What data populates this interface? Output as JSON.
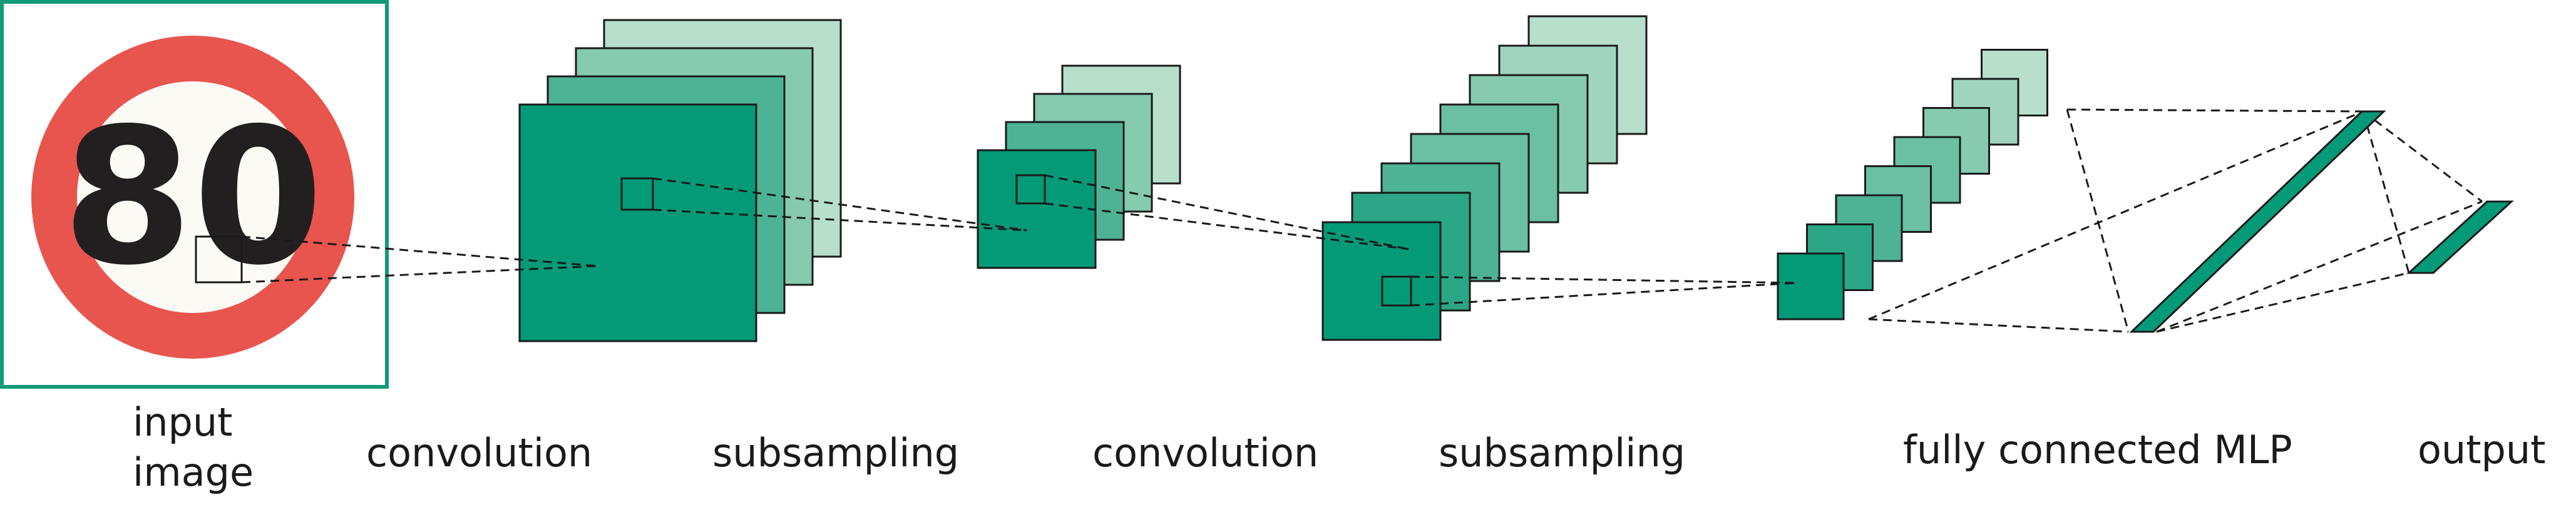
{
  "sign": {
    "text": "80"
  },
  "labels": {
    "input_line1": "input",
    "input_line2": "image",
    "conv1": "convolution",
    "sub1": "subsampling",
    "conv2": "convolution",
    "sub2": "subsampling",
    "mlp": "fully connected MLP",
    "output": "output"
  },
  "colors": {
    "frame_border": "#109a77",
    "map_front": "#049a77",
    "sign_ring": "#e8544e",
    "sign_center": "#fbfaf4",
    "sign_digits": "#231f20",
    "line": "#1a1a1a"
  }
}
